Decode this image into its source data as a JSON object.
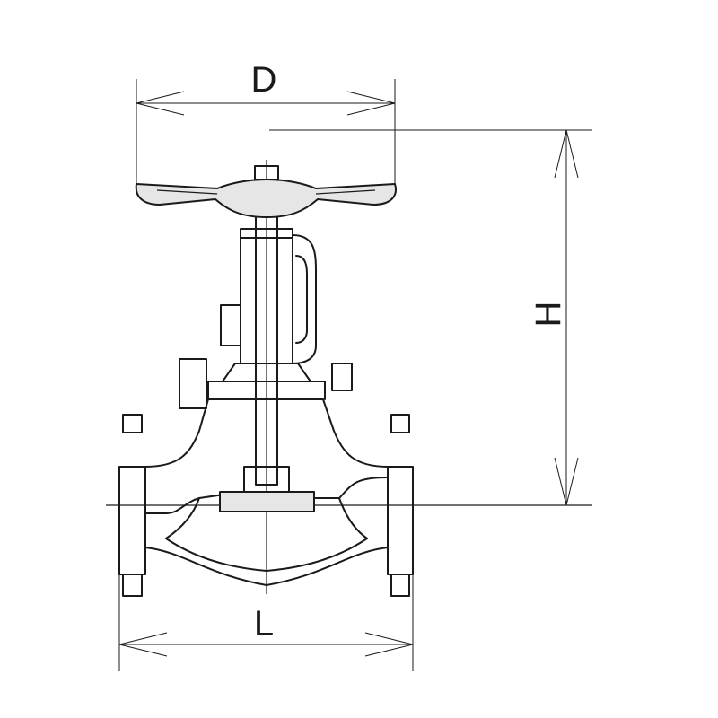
{
  "dimensions": {
    "D": "D",
    "H": "H",
    "L": "L"
  }
}
